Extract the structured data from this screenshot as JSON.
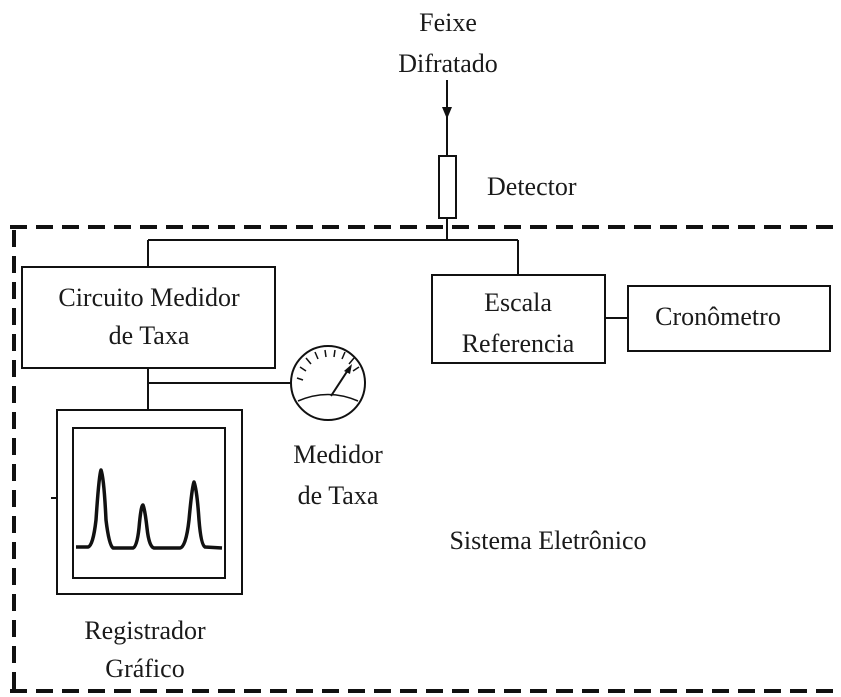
{
  "beam": {
    "line1": "Feixe",
    "line2": "Difratado"
  },
  "detector": {
    "label": "Detector"
  },
  "rate_circuit": {
    "line1": "Circuito Medidor",
    "line2": "de Taxa"
  },
  "reference_scale": {
    "line1": "Escala",
    "line2": "Referencia"
  },
  "chronometer": {
    "label": "Cronômetro"
  },
  "rate_meter": {
    "line1": "Medidor",
    "line2": "de Taxa"
  },
  "system": {
    "label": "Sistema Eletrônico"
  },
  "recorder": {
    "line1": "Registrador",
    "line2": "Gráfico"
  }
}
